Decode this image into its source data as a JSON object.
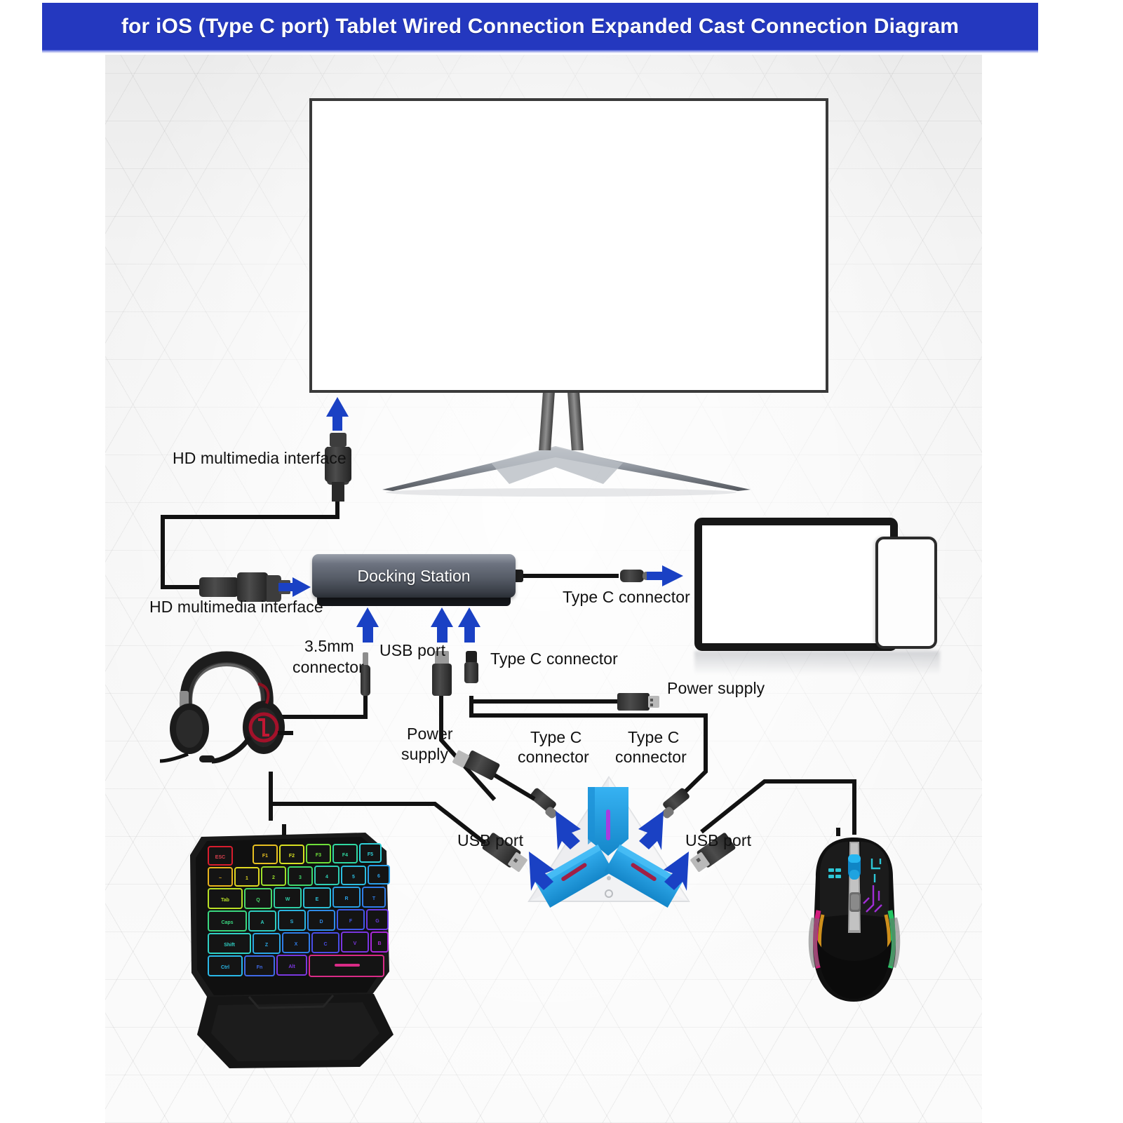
{
  "title": "for iOS (Type C port) Tablet Wired Connection Expanded Cast Connection Diagram",
  "colors": {
    "title_bar": "#2438bf",
    "arrow": "#1a41c4",
    "hub_accent": "#2aa3e8",
    "cable": "#121212",
    "dock_body": "#565c67"
  },
  "devices": {
    "monitor": "monitor",
    "docking_station_label": "Docking Station",
    "tablet": "tablet",
    "phone": "phone",
    "headset": "gaming-headset",
    "keyboard": "one-handed-rgb-keyboard",
    "mouse": "rgb-gaming-mouse",
    "hub": "three-port-triangular-hub"
  },
  "labels": {
    "hdmi_to_monitor": "HD multimedia interface",
    "hdmi_to_dock": "HD multimedia interface",
    "typec_to_tablet": "Type C connector",
    "jack_35mm_line1": "3.5mm",
    "jack_35mm_line2": "connector",
    "usb_port_dock": "USB port",
    "typec_dock": "Type C connector",
    "power_supply_dock": "Power supply",
    "power_supply_hub_line1": "Power",
    "power_supply_hub_line2": "supply",
    "typec_hub_left_line1": "Type C",
    "typec_hub_left_line2": "connector",
    "typec_hub_right_line1": "Type C",
    "typec_hub_right_line2": "connector",
    "usb_port_hub_left": "USB port",
    "usb_port_hub_right": "USB port"
  },
  "keyboard_keys": {
    "row1": [
      "ESC",
      "F1",
      "F2",
      "F3",
      "F4",
      "F5"
    ],
    "row2": [
      "~",
      "1",
      "2",
      "3",
      "4",
      "5",
      "6"
    ],
    "row3": [
      "Tab",
      "Q",
      "W",
      "E",
      "R",
      "T"
    ],
    "row4": [
      "Caps",
      "A",
      "S",
      "D",
      "F",
      "G"
    ],
    "row5": [
      "Shift",
      "Z",
      "X",
      "C",
      "V",
      "B"
    ],
    "row6": [
      "Ctrl",
      "Fn",
      "Alt",
      ""
    ]
  }
}
